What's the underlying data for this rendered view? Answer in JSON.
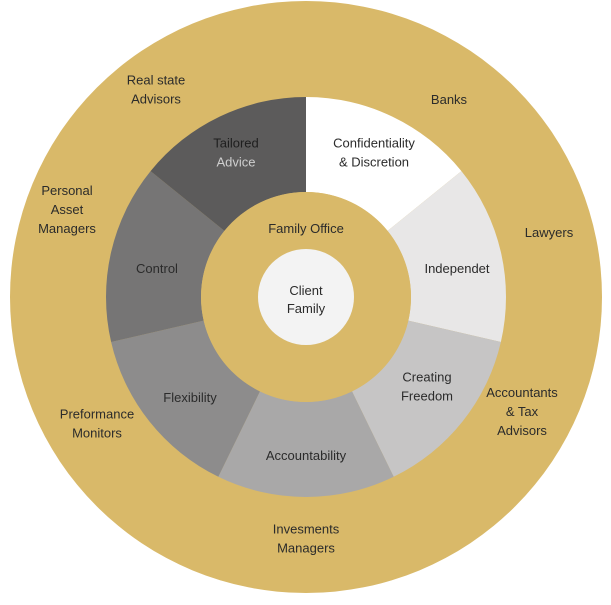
{
  "colors": {
    "gold": "#d9b969",
    "background": "#ffffff",
    "text_dark": "#2b2b2b",
    "text_light": "#ffffff"
  },
  "center": {
    "lines": [
      "Client",
      "Family"
    ],
    "fill": "#f3f3f3"
  },
  "inner_ring_label": "Family Office",
  "segments": [
    {
      "id": "confidentiality",
      "lines": [
        "Confidentiality",
        "& Discretion"
      ],
      "fill": "#ffffff",
      "text_color": "#2b2b2b"
    },
    {
      "id": "independet",
      "lines": [
        "Independet"
      ],
      "fill": "#e8e7e7",
      "text_color": "#2b2b2b"
    },
    {
      "id": "creating-freedom",
      "lines": [
        "Creating",
        "Freedom"
      ],
      "fill": "#c6c5c5",
      "text_color": "#2b2b2b"
    },
    {
      "id": "accountability",
      "lines": [
        "Accountability"
      ],
      "fill": "#a9a8a8",
      "text_color": "#2b2b2b"
    },
    {
      "id": "flexibility",
      "lines": [
        "Flexibility"
      ],
      "fill": "#8d8c8c",
      "text_color": "#2b2b2b"
    },
    {
      "id": "control",
      "lines": [
        "Control"
      ],
      "fill": "#767575",
      "text_color": "#2b2b2b"
    },
    {
      "id": "tailored-advice",
      "lines": [
        "Tailored",
        "Advice"
      ],
      "fill": "#5c5b5b",
      "text_color": "#2b2b2b",
      "line_colors": [
        "#1e1e1e",
        "#cfcfcf"
      ]
    }
  ],
  "outer_labels": [
    {
      "id": "banks",
      "lines": [
        "Banks"
      ]
    },
    {
      "id": "lawyers",
      "lines": [
        "Lawyers"
      ]
    },
    {
      "id": "accountants-tax-advisors",
      "lines": [
        "Accountants",
        "& Tax",
        "Advisors"
      ]
    },
    {
      "id": "invesments-managers",
      "lines": [
        "Invesments",
        "Managers"
      ]
    },
    {
      "id": "preformance-monitors",
      "lines": [
        "Preformance",
        "Monitors"
      ]
    },
    {
      "id": "personal-asset-managers",
      "lines": [
        "Personal",
        "Asset",
        "Managers"
      ]
    },
    {
      "id": "real-state-advisors",
      "lines": [
        "Real state",
        "Advisors"
      ]
    }
  ]
}
